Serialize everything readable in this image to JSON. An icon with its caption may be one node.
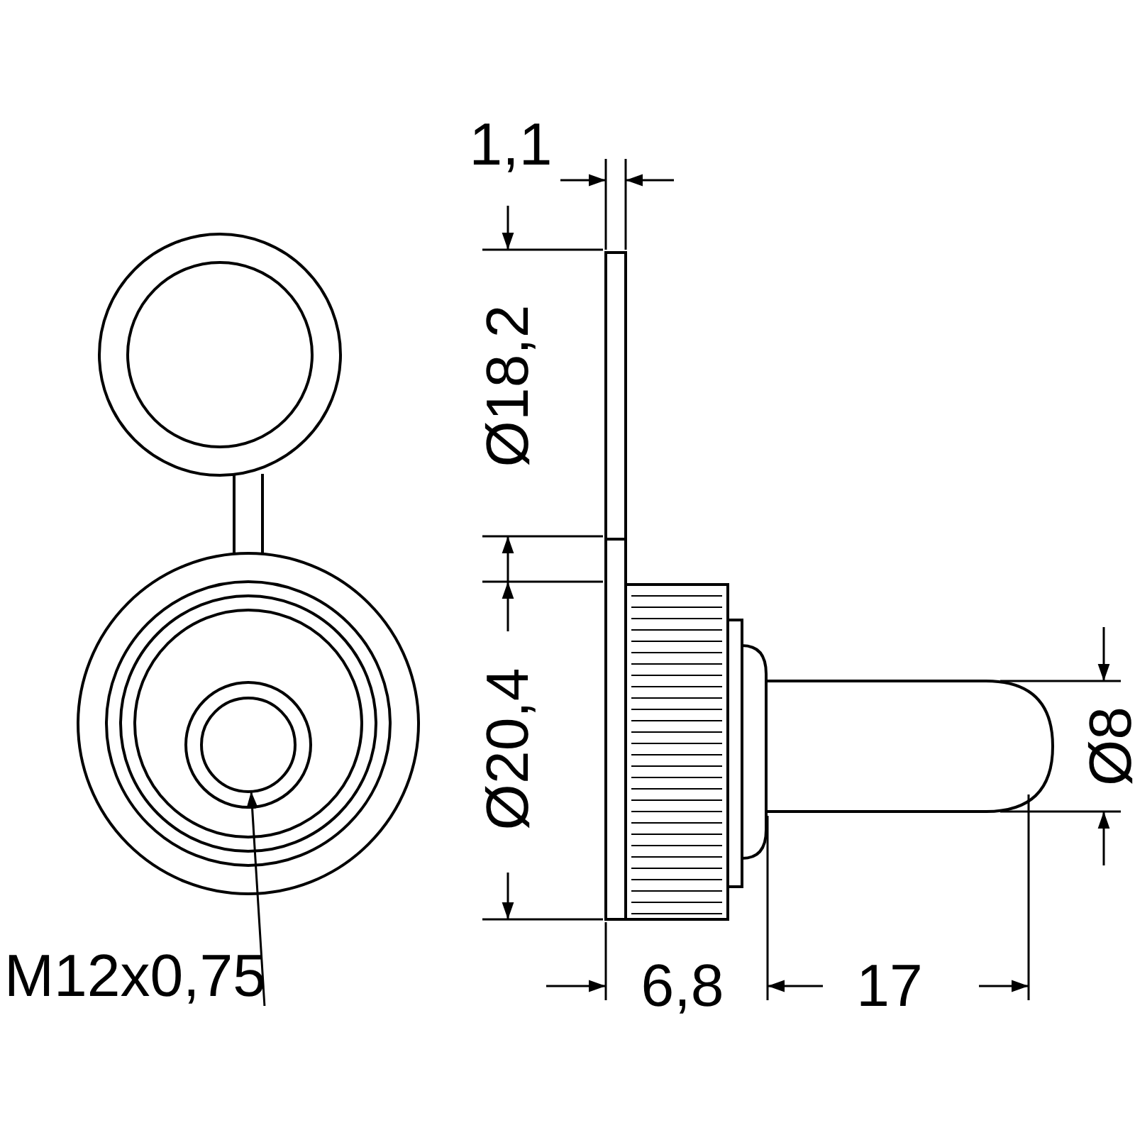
{
  "diagram": {
    "nodes": [
      {
        "text": [
          "M12x0,75"
        ]
      },
      {
        "text": [],
        "shape": "circle"
      }
    ],
    "edges": [
      {
        "from": 0,
        "to": 1,
        "arrow": "to"
      }
    ],
    "labels": [
      "1,1",
      "Ø18,2",
      "Ø20,4",
      "Ø8",
      "6,8",
      "17"
    ]
  }
}
